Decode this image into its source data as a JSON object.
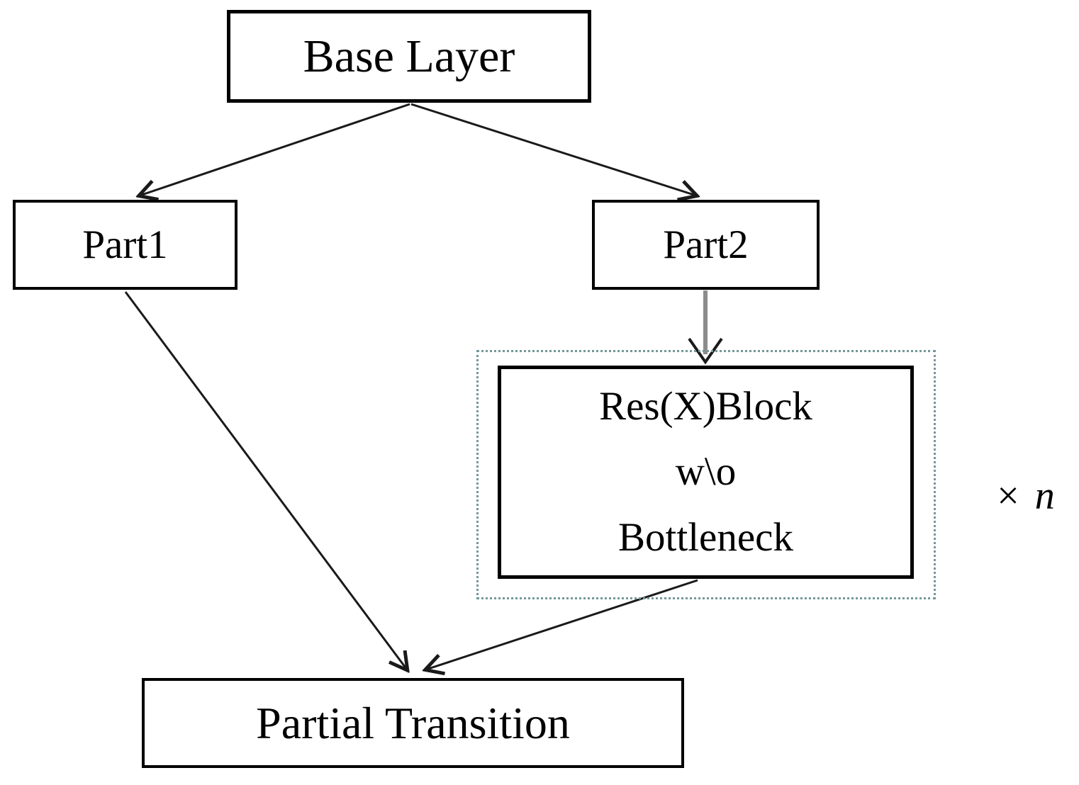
{
  "diagram": {
    "nodes": {
      "base_layer": {
        "label": "Base Layer"
      },
      "part1": {
        "label": "Part1"
      },
      "part2": {
        "label": "Part2"
      },
      "res_block": {
        "lines": [
          "Res(X)Block",
          "w\\o",
          "Bottleneck"
        ]
      },
      "partial_transition": {
        "label": "Partial Transition"
      }
    },
    "repeat_annotation": {
      "symbol": "×",
      "count": "n"
    },
    "edges": [
      {
        "from": "Base Layer",
        "to": "Part1"
      },
      {
        "from": "Base Layer",
        "to": "Part2"
      },
      {
        "from": "Part2",
        "to": "Res(X)Block w\\o Bottleneck"
      },
      {
        "from": "Part1",
        "to": "Partial Transition"
      },
      {
        "from": "Res(X)Block w\\o Bottleneck",
        "to": "Partial Transition"
      }
    ],
    "colors": {
      "border": "#000000",
      "text": "#000000",
      "dotted_outline": "#74989a",
      "gray_arrow": "#8c8c8c",
      "background": "#ffffff"
    }
  }
}
